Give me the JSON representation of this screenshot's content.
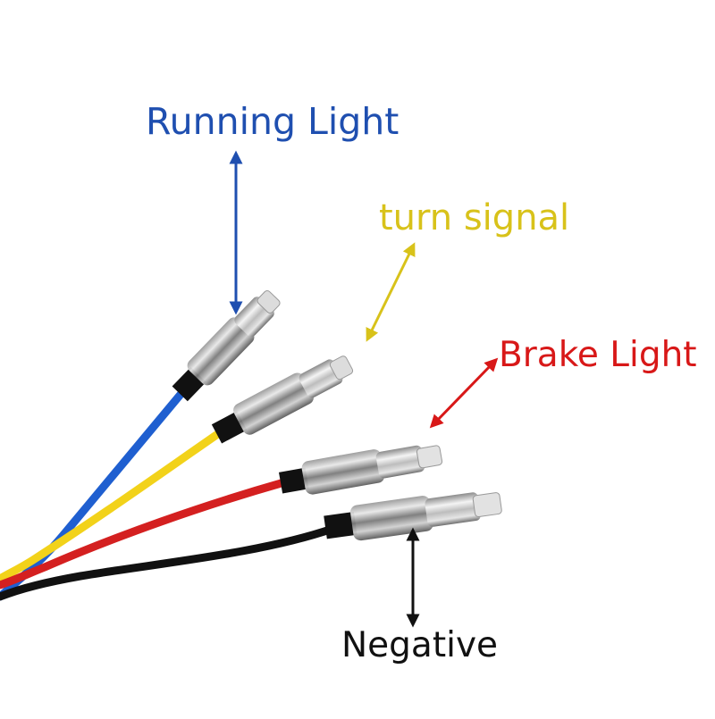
{
  "labels": {
    "running_light": "Running Light",
    "turn_signal": "turn signal",
    "brake_light": "Brake Light",
    "negative": "Negative"
  },
  "colors": {
    "running_light": "#1f4fb0",
    "turn_signal": "#d8c21a",
    "brake_light": "#d81818",
    "negative": "#111111",
    "wire_blue": "#1f5fd0",
    "wire_yellow": "#f2d21a",
    "wire_red": "#d42020",
    "wire_black": "#111111",
    "connector_metal": "#c9c9c9"
  }
}
